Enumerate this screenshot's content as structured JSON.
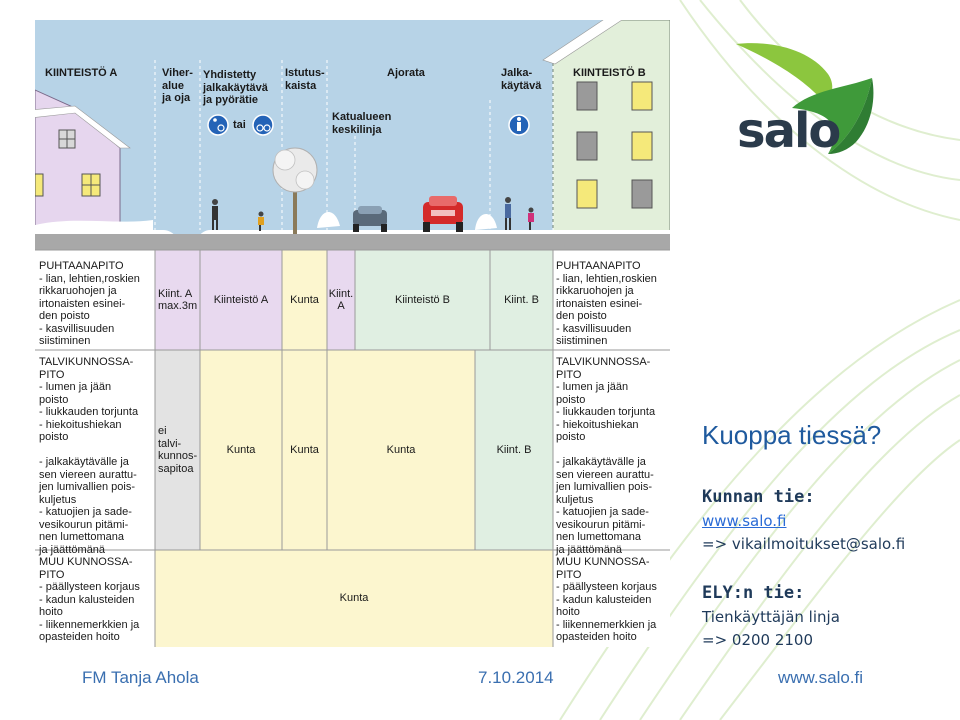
{
  "diagram": {
    "top_labels": {
      "kiinteisto_a": "KIINTEISTÖ A",
      "viheralue": "Viher-\nalue\nja oja",
      "yhdistetty": "Yhdistetty\njalkakäytävä\nja pyörätie",
      "istutuskaista": "Istutus-\nkaista",
      "ajorata": "Ajorata",
      "jalkakaytava": "Jalka-\nkäytävä",
      "kiinteisto_b": "KIINTEISTÖ B",
      "katualueen": "Katualueen\nkeskilinja",
      "tai": "tai"
    },
    "puhtaanapito": {
      "left_text": "PUHTAANAPITO\n- lian, lehtien,roskien\n  rikkaruohojen ja\n  irtonaisten esinei-\n  den poisto\n- kasvillisuuden\n  siistiminen",
      "right_text": "PUHTAANAPITO\n- lian, lehtien,roskien\n  rikkaruohojen ja\n  irtonaisten esinei-\n  den poisto\n- kasvillisuuden\n  siistiminen",
      "cells": [
        "Kiint. A\nmax.3m",
        "Kiinteistö A",
        "Kunta",
        "Kiint.\nA",
        "Kiinteistö B",
        "Kiint. B"
      ]
    },
    "talvikunnossapito": {
      "left_text": "TALVIKUNNOSSA-\nPITO\n- lumen ja jään\n  poisto\n- liukkauden torjunta\n- hiekoitushiekan\n  poisto\n\n- jalkakäytävälle ja\n  sen viereen aurattu-\n  jen lumivallien pois-\n  kuljetus\n- katuojien ja sade-\n  vesikourun pitämi-\n  nen lumettomana\n  ja jäättömänä",
      "right_text": "TALVIKUNNOSSA-\nPITO\n- lumen ja jään\n  poisto\n- liukkauden torjunta\n- hiekoitushiekan\n  poisto\n\n- jalkakäytävälle ja\n  sen viereen aurattu-\n  jen lumivallien pois-\n  kuljetus\n- katuojien ja sade-\n  vesikourun pitämi-\n  nen lumettomana\n  ja jäättömänä",
      "cells": [
        "ei\ntalvi-\nkunnos-\nsapitoa",
        "Kunta",
        "Kunta",
        "Kunta",
        "Kiint. B"
      ]
    },
    "muu_kunnossapito": {
      "left_text": "MUU KUNNOSSA-\nPITO\n- päällysteen korjaus\n- kadun kalusteiden\n  hoito\n- liikennemerkkien ja\n  opasteiden hoito",
      "right_text": "MUU KUNNOSSA-\nPITO\n- päällysteen korjaus\n- kadun kalusteiden\n  hoito\n- liikennemerkkien ja\n  opasteiden hoito",
      "cell": "Kunta"
    }
  },
  "logo": {
    "text": "salo"
  },
  "info": {
    "title": "Kuoppa tiessä?",
    "kunnan_heading": "Kunnan tie:",
    "kunnan_link": "www.salo.fi",
    "kunnan_email": "=> vikailmoitukset@salo.fi",
    "ely_heading": "ELY:n tie:",
    "ely_line1": "Tienkäyttäjän linja",
    "ely_line2": "=> 0200 2100"
  },
  "footer": {
    "author": "FM Tanja Ahola",
    "date": "7.10.2014",
    "url": "www.salo.fi"
  },
  "colors": {
    "sky": "#b7d3e7",
    "lilac": "#e8d9ef",
    "yellow": "#fcf6cf",
    "mint": "#e0efe2",
    "grey": "#e3e3e3",
    "road": "#8a8a8a",
    "brand_green": "#8cc63e",
    "brand_dark": "#2b3b4b",
    "link_blue": "#2a6bd6",
    "footer_blue": "#3a6fb0"
  }
}
